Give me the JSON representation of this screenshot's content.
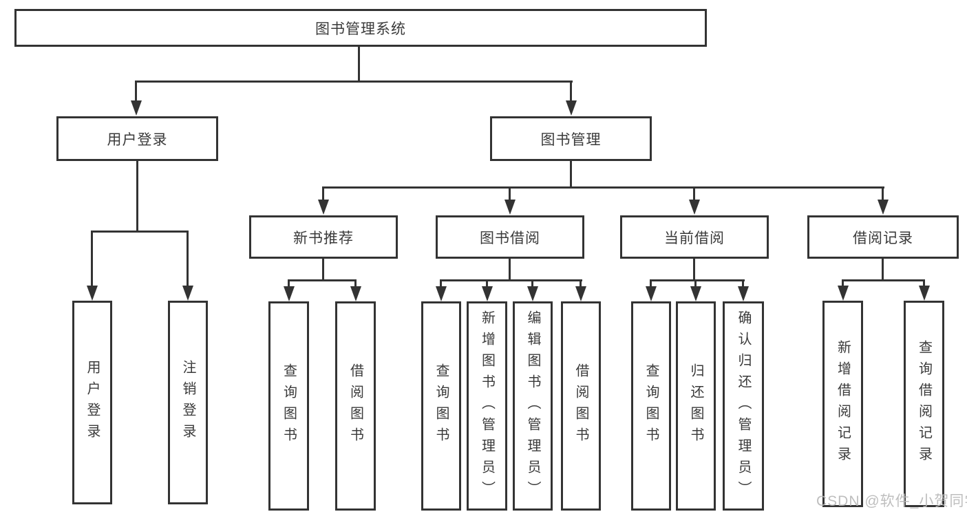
{
  "colors": {
    "background": "#ffffff",
    "line": "#333333",
    "box_border": "#333333",
    "text": "#3a3a3a",
    "watermark": "#b8b8b8"
  },
  "tree": {
    "root": "图书管理系统",
    "login_branch": {
      "label": "用户登录",
      "children": [
        "用户登录",
        "注销登录"
      ]
    },
    "manage_branch": {
      "label": "图书管理",
      "sections": [
        {
          "label": "新书推荐",
          "children": [
            "查询图书",
            "借阅图书"
          ]
        },
        {
          "label": "图书借阅",
          "children": [
            "查询图书",
            "新增图书（管理员）",
            "编辑图书（管理员）",
            "借阅图书"
          ]
        },
        {
          "label": "当前借阅",
          "children": [
            "查询图书",
            "归还图书",
            "确认归还（管理员）"
          ]
        },
        {
          "label": "借阅记录",
          "children": [
            "新增借阅记录",
            "查询借阅记录"
          ]
        }
      ]
    }
  },
  "watermark": {
    "text": "CSDN @软件_小贺同学"
  }
}
